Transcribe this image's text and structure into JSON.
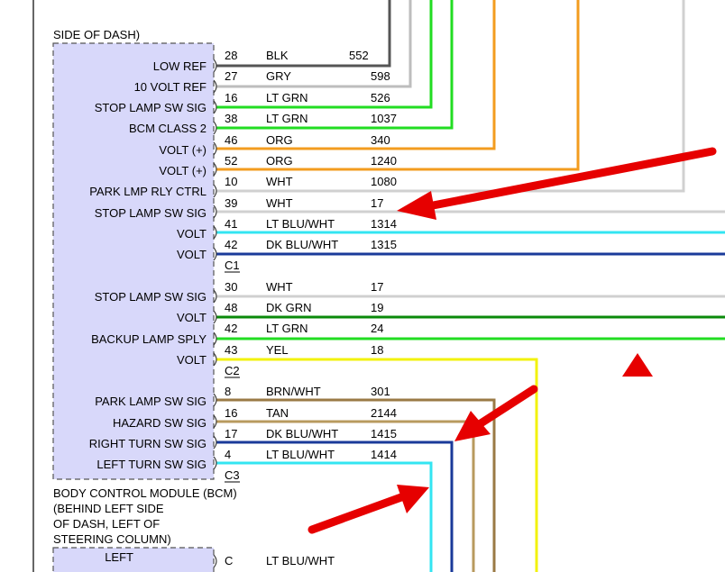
{
  "header_text": "SIDE OF DASH)",
  "connectors": [
    {
      "name": "C1",
      "rows": [
        {
          "label": "LOW REF",
          "pin": "28",
          "color": "BLK",
          "circuit": "552",
          "stroke": "#555555"
        },
        {
          "label": "10 VOLT REF",
          "pin": "27",
          "color": "GRY",
          "circuit": "598",
          "stroke": "#bdbdbd"
        },
        {
          "label": "STOP LAMP SW SIG",
          "pin": "16",
          "color": "LT GRN",
          "circuit": "526",
          "stroke": "#22dd22"
        },
        {
          "label": "BCM CLASS 2",
          "pin": "38",
          "color": "LT GRN",
          "circuit": "1037",
          "stroke": "#22dd22"
        },
        {
          "label": "VOLT (+)",
          "pin": "46",
          "color": "ORG",
          "circuit": "340",
          "stroke": "#f39c1f"
        },
        {
          "label": "VOLT (+)",
          "pin": "52",
          "color": "ORG",
          "circuit": "1240",
          "stroke": "#f39c1f"
        },
        {
          "label": "PARK LMP RLY CTRL",
          "pin": "10",
          "color": "WHT",
          "circuit": "1080",
          "stroke": "#d0d0d0"
        },
        {
          "label": "STOP LAMP SW SIG",
          "pin": "39",
          "color": "WHT",
          "circuit": "17",
          "stroke": "#d0d0d0"
        },
        {
          "label": "VOLT",
          "pin": "41",
          "color": "LT BLU/WHT",
          "circuit": "1314",
          "stroke": "#33e5f2"
        },
        {
          "label": "VOLT",
          "pin": "42",
          "color": "DK BLU/WHT",
          "circuit": "1315",
          "stroke": "#1a3a9a"
        }
      ]
    },
    {
      "name": "C2",
      "rows": [
        {
          "label": "STOP LAMP SW SIG",
          "pin": "30",
          "color": "WHT",
          "circuit": "17",
          "stroke": "#d0d0d0"
        },
        {
          "label": "VOLT",
          "pin": "48",
          "color": "DK GRN",
          "circuit": "19",
          "stroke": "#0a8a0a"
        },
        {
          "label": "BACKUP LAMP SPLY",
          "pin": "42",
          "color": "LT GRN",
          "circuit": "24",
          "stroke": "#22dd22"
        },
        {
          "label": "VOLT",
          "pin": "43",
          "color": "YEL",
          "circuit": "18",
          "stroke": "#f2f20a"
        }
      ]
    },
    {
      "name": "C3",
      "rows": [
        {
          "label": "PARK LAMP SW SIG",
          "pin": "8",
          "color": "BRN/WHT",
          "circuit": "301",
          "stroke": "#9a7a45"
        },
        {
          "label": "HAZARD SW SIG",
          "pin": "16",
          "color": "TAN",
          "circuit": "2144",
          "stroke": "#b89a5e"
        },
        {
          "label": "RIGHT TURN SW SIG",
          "pin": "17",
          "color": "DK BLU/WHT",
          "circuit": "1415",
          "stroke": "#1a3a9a"
        },
        {
          "label": "LEFT TURN SW SIG",
          "pin": "4",
          "color": "LT BLU/WHT",
          "circuit": "1414",
          "stroke": "#33e5f2"
        }
      ]
    }
  ],
  "module_title_lines": [
    "BODY CONTROL MODULE (BCM)",
    "(BEHIND LEFT SIDE",
    "OF DASH, LEFT OF",
    "STEERING COLUMN)"
  ],
  "bottom_row": {
    "label": "LEFT",
    "pin": "C",
    "color": "LT BLU/WHT"
  },
  "annotation_color": "#e60000"
}
